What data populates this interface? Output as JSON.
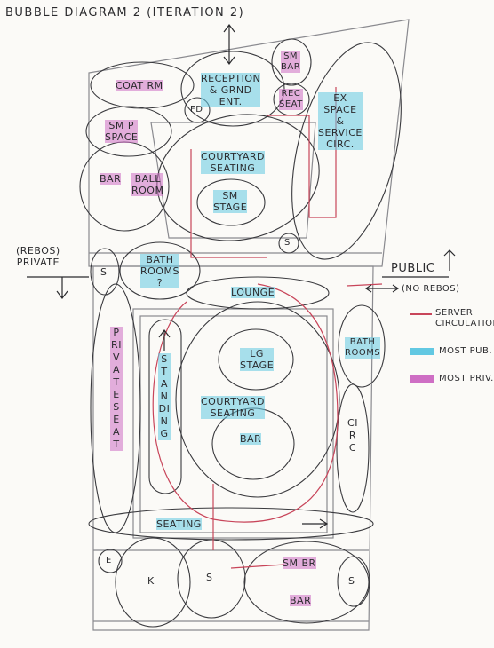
{
  "title": "BUBBLE DIAGRAM 2 (ITERATION 2)",
  "colors": {
    "ink": "#2b2b2e",
    "pencil": "#8a8a8f",
    "server": "#c8455a",
    "public": "#62c8e2",
    "private": "#ce6ec4"
  },
  "spaces": {
    "coat_rm": "COAT RM",
    "reception": "RECEPTION\n& GRND\nENT.",
    "sm_bar": "SM\nBAR",
    "rec_seat": "REC\nSEAT",
    "fd": "FD",
    "sm_p_space": "SM P\nSPACE",
    "ex_space": "EX\nSPACE\n&\nSERVICE\nCIRC.",
    "courtyard_seating_top": "COURTYARD\nSEATING",
    "bar_left": "BAR",
    "ballroom": "BALL\nROOM",
    "sm_stage": "SM\nSTAGE",
    "s_marker_right": "S",
    "rebos_private": "(REBOS)\nPRIVATE",
    "s_marker_left": "S",
    "bathrooms_top": "BATH\nROOMS\n?",
    "public": "PUBLIC",
    "no_rebos": "(NO REBOS)",
    "lounge": "LOUNGE",
    "private_seat": "PRIVATE SEAT",
    "standing": "STANDING",
    "lg_stage": "LG\nSTAGE",
    "courtyard_seating_main": "COURTYARD\nSEATING",
    "bar_center": "BAR",
    "bathrooms_right": "BATH\nROOMS",
    "circ": "CIRC",
    "seating": "SEATING",
    "e": "E",
    "k": "K",
    "s_bottom": "S",
    "sm_br": "SM BR",
    "bar_bottom": "BAR",
    "s_bottom_right": "S"
  },
  "legend": {
    "server": "SERVER\nCIRCULATION",
    "public": "MOST PUB.",
    "private": "MOST PRIV."
  }
}
